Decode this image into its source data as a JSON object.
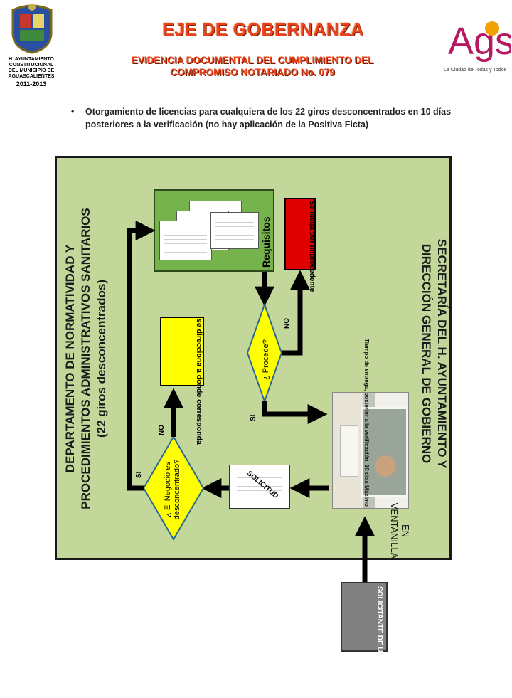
{
  "header": {
    "title": "EJE DE GOBERNANZA",
    "subtitle_line1": "EVIDENCIA DOCUMENTAL DEL CUMPLIMIENTO DEL",
    "subtitle_line2": "COMPROMISO NOTARIADO No. 079",
    "left_logo_caption": "H. AYUNTAMIENTO CONSTITUCIONAL DEL MUNICIPIO DE AGUASCALIENTES",
    "left_logo_years": "2011-2013",
    "right_logo_text": "Ags",
    "right_logo_tagline": "La Ciudad de Todas y Todos"
  },
  "bullet": {
    "symbol": "•",
    "text": "Otorgamiento de licencias para cualquiera de los 22 giros desconcentrados en 10 días posteriores a la verificación (no hay aplicación de la Positiva Ficta)"
  },
  "diagram": {
    "dept_label_line1": "DEPARTAMENTO DE NORMATIVIDAD Y",
    "dept_label_line2": "PROCEDIMIENTOS ADMINISTRATIVOS SANITARIOS",
    "dept_label_line3": "(22 giros desconcentrados)",
    "sec_label_line1": "SECRETARÍA DEL H. AYUNTAMIENTO Y",
    "sec_label_line2": "DIRECCIÓN GENERAL DE GOBIERNO",
    "requisitos": "Requisitos",
    "deny": "Se niega por improcedente",
    "redirect": "se direcciona a donde corresponda",
    "procede": "¿ Procede?",
    "desconcentrado": "¿ El Negocio es desconcentrado?",
    "solicitud": "SOLICITUD",
    "time_note": "Tiempo de entrega, posterior a la verificación, 10 días Máximo",
    "window_line1": "EN",
    "window_line2": "VENTANILLA",
    "applicant": "SOLICITANTE DE UNA LICENCIA",
    "yes": "SI",
    "no": "NO"
  },
  "colors": {
    "title": "#e8431a",
    "panel": "#c4d79b",
    "requisitos_box": "#77b34c",
    "deny_box": "#e00000",
    "decision": "#ffff00",
    "applicant_box": "#808080"
  }
}
